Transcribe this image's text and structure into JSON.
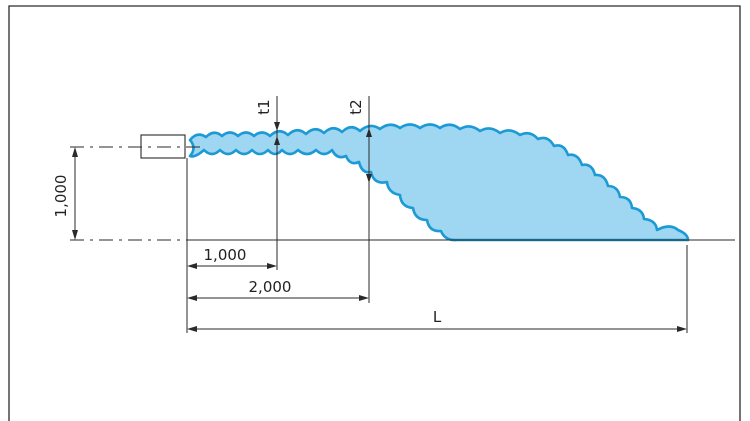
{
  "labels": {
    "t1": "t1",
    "t2": "t2",
    "height": "1,000",
    "dist1": "1,000",
    "dist2": "2,000",
    "length": "L"
  },
  "colors": {
    "spray_fill": "#9fd6f2",
    "spray_outline": "#1c9ad6",
    "line": "#2a2a2a"
  }
}
